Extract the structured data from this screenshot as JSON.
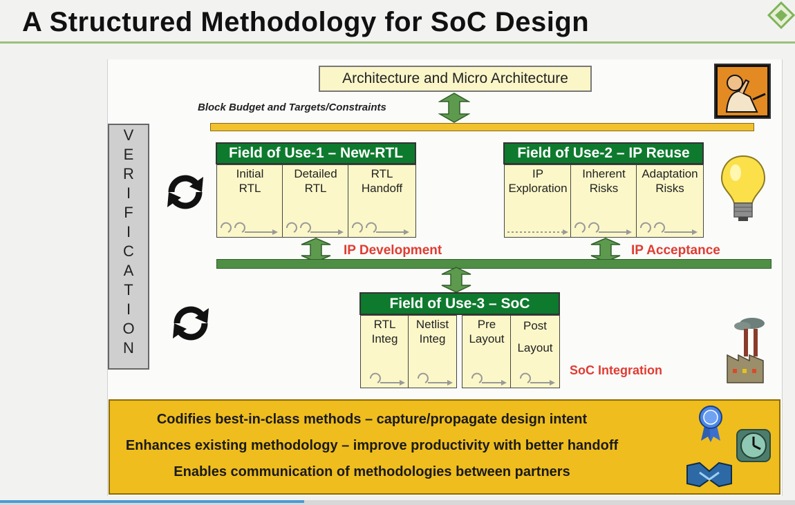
{
  "slide": {
    "title": "A Structured Methodology for SoC Design",
    "architecture_box": "Architecture and Micro Architecture",
    "block_budget_label": "Block Budget and Targets/Constraints",
    "verification_letters": [
      "V",
      "E",
      "R",
      "I",
      "F",
      "I",
      "C",
      "A",
      "T",
      "I",
      "O",
      "N"
    ],
    "field1": {
      "title": "Field of Use-1 – New-RTL",
      "cells": [
        {
          "line1": "Initial",
          "line2": "RTL"
        },
        {
          "line1": "Detailed",
          "line2": "RTL"
        },
        {
          "line1": "RTL",
          "line2": "Handoff"
        }
      ]
    },
    "field2": {
      "title": "Field of Use-2 – IP Reuse",
      "cells": [
        {
          "line1": "IP",
          "line2": "Exploration"
        },
        {
          "line1": "Inherent",
          "line2": "Risks"
        },
        {
          "line1": "Adaptation",
          "line2": "Risks"
        }
      ]
    },
    "field3": {
      "title": "Field of Use-3 – SoC",
      "cells": [
        {
          "line1": "RTL",
          "line2": "Integ"
        },
        {
          "line1": "Netlist",
          "line2": "Integ"
        },
        {
          "line1": "Pre",
          "line2": "Layout"
        },
        {
          "line1": "Post",
          "line2": "Layout"
        }
      ]
    },
    "ip_development_label": "IP Development",
    "ip_acceptance_label": "IP Acceptance",
    "soc_integration_label": "SoC Integration",
    "footer_lines": [
      "Codifies best-in-class methods – capture/propagate design intent",
      "Enhances existing methodology – improve productivity with better handoff",
      "Enables communication of methodologies between partners"
    ],
    "icons": [
      "logo-icon",
      "thinker-clipart-icon",
      "lightbulb-icon",
      "factory-icon",
      "refresh-cycle-icon",
      "award-ribbon-icon",
      "clock-icon",
      "handshake-icon"
    ],
    "colors": {
      "header_green": "#0e7a2e",
      "cell_fill": "#fbf7c8",
      "accent_red": "#e03c31",
      "footer_yellow": "#efbd1d",
      "bar_orange": "#f2c12e",
      "bar_green": "#4f8f45"
    }
  }
}
